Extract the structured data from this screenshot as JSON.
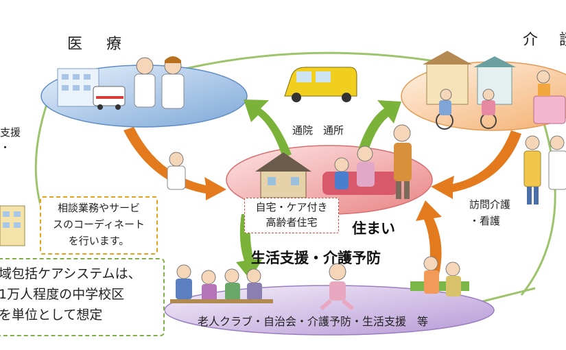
{
  "labels": {
    "medical": "医 療",
    "kaigo": "介 護",
    "support_partial": "支援\n・",
    "tsuin_tsusho": "通院　通所",
    "houmon_kaigo": "訪問介護\n・看護",
    "sumai": "住まい",
    "seikatsu_shien": "生活支援・介護予防",
    "club": "老人クラブ・自治会・介護予防・生活支援　等"
  },
  "boxes": {
    "home": "自宅・ケア付き\n高齢者住宅",
    "coordination": "相談業務やサービ\nスのコーディネート\nを行います。",
    "area": "域包括ケアシステムは、\n1万人程度の中学校区\nを単位として想定"
  },
  "colors": {
    "medical_ellipse": "#bcd3ec",
    "kaigo_ellipse": "#f7cfa6",
    "home_ellipse": "#f2a0a0",
    "support_ellipse": "#d7c4e6",
    "green_arrow": "#7bb33a",
    "orange_arrow": "#e47a1e",
    "link_line": "#9cc46a"
  }
}
